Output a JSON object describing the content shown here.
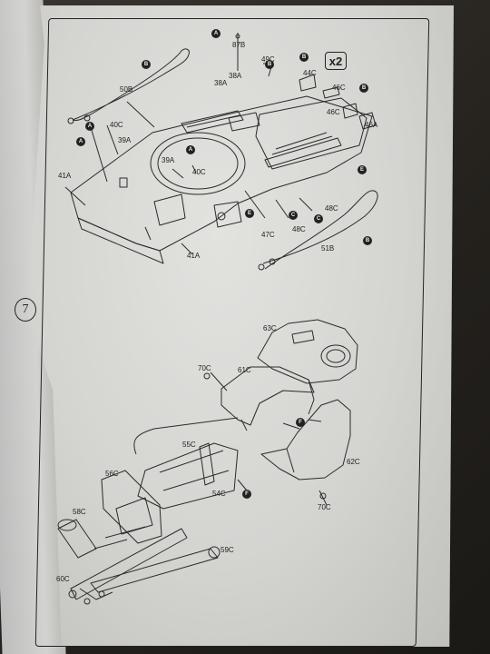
{
  "step_number": "7",
  "multiplier": "x2",
  "markers": {
    "a": "A",
    "b": "B",
    "c": "C",
    "e": "E",
    "f": "F"
  },
  "hull_parts": {
    "p87b": "87B",
    "p49c": "49C",
    "p50b": "50B",
    "p40c_top": "40C",
    "p39a_top": "39A",
    "p38a_1": "38A",
    "p38a_2": "38A",
    "p44c": "44C",
    "p46c_1": "46C",
    "p46c_2": "46C",
    "p46a": "46A",
    "p41a_left": "41A",
    "p39a_mid": "39A",
    "p40c_mid": "40C",
    "p47c": "47C",
    "p48c_1": "48C",
    "p48c_2": "48C",
    "p41a_bottom": "41A",
    "p51b": "51B"
  },
  "turret_parts": {
    "p63c": "63C",
    "p70c_top": "70C",
    "p61c": "61C",
    "p55c": "55C",
    "p56c": "56C",
    "p62c": "62C",
    "p54c": "54C",
    "p58c": "58C",
    "p70c_bottom": "70C",
    "p59c": "59C",
    "p60c": "60C"
  }
}
